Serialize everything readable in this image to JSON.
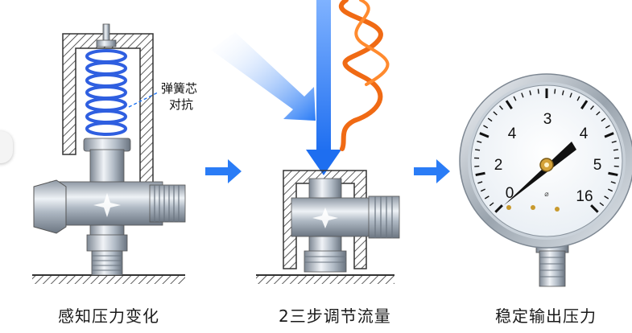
{
  "captions": {
    "step1": "感知压力变化",
    "step2": "2三步调节流量",
    "step3": "稳定输出压力"
  },
  "callout": {
    "line1": "弹簧芯",
    "line2": "对抗"
  },
  "gauge": {
    "labels": [
      "0",
      "2",
      "4",
      "3",
      "4",
      "5",
      "16"
    ]
  },
  "colors": {
    "steel": "#b9c2cc",
    "spring": "#2f5fe0",
    "arrow_blue": "#1e74f5",
    "flow_orange": "#f06a14",
    "needle": "#111111"
  }
}
